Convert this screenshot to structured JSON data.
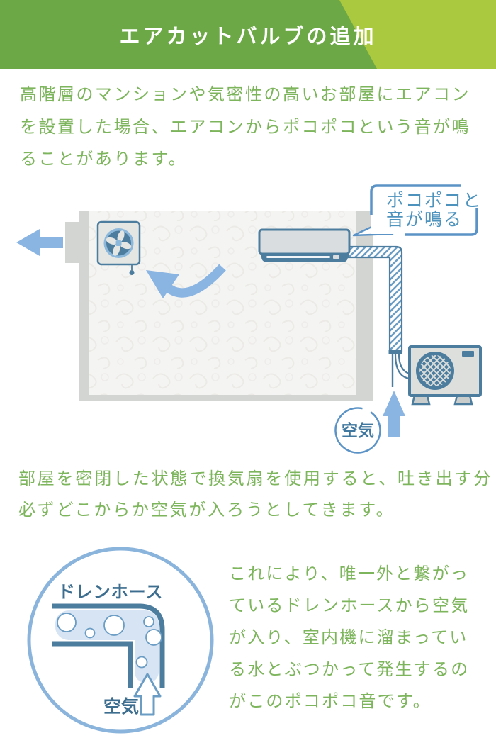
{
  "header": {
    "title": "エアカットバルブの追加"
  },
  "intro": {
    "lines": [
      "高階層のマンションや気密性の高いお部屋にエアコン",
      "を設置した場合、エアコンからポコポコという音が鳴",
      "ることがあります。"
    ]
  },
  "room_diagram": {
    "bubble_line1": "ポコポコと",
    "bubble_line2": "音が鳴る",
    "air_label": "空気"
  },
  "mid": {
    "lines": [
      "部屋を密閉した状態で換気扇を使用すると、吐き出す分",
      "必ずどこからか空気が入ろうとしてきます。"
    ]
  },
  "hose_diagram": {
    "title": "ドレンホース",
    "air_label": "空気"
  },
  "outro": {
    "lines": [
      "これにより、唯一外と繋がっ",
      "ているドレンホースから空気",
      "が入り、室内機に溜まってい",
      "る水とぶつかって発生するの",
      "がこのポコポコ音です。"
    ]
  },
  "colors": {
    "header_green": "#6CA845",
    "header_light_green": "#ABC93F",
    "text_green": "#7DB55C",
    "outline_blue": "#4D7D9E",
    "accent_blue": "#8AB4E2",
    "bubble_border_blue": "#5B93C6",
    "bubble_text_blue": "#4E93BE",
    "label_blue": "#3D6E8F",
    "wall_gray": "#D3D5D3"
  }
}
